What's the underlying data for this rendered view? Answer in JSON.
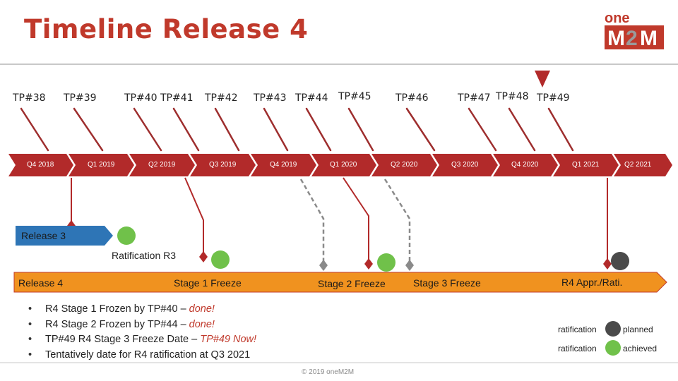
{
  "title": "Timeline Release 4",
  "logo_text": "oneM2M",
  "colors": {
    "title_red": "#c0392b",
    "arrow_red": "#b22a2a",
    "release3_blue": "#2e75b6",
    "release4_orange": "#f0921f",
    "ratified_green": "#70c14a",
    "planned_gray": "#4a4a4a"
  },
  "tp_meetings": [
    "TP#38",
    "TP#39",
    "TP#40",
    "TP#41",
    "TP#42",
    "TP#43",
    "TP#44",
    "TP#45",
    "TP#46",
    "TP#47",
    "TP#48",
    "TP#49"
  ],
  "current_marker": "TP#49",
  "quarters": [
    "Q4 2018",
    "Q1 2019",
    "Q2 2019",
    "Q3 2019",
    "Q4 2019",
    "Q1 2020",
    "Q2 2020",
    "Q3 2020",
    "Q4 2020",
    "Q1 2021",
    "Q2 2021"
  ],
  "release3": {
    "label": "Release 3",
    "ratification_label": "Ratification R3"
  },
  "release4": {
    "label": "Release 4",
    "milestones": [
      "Stage 1 Freeze",
      "Stage 2 Freeze",
      "Stage 3 Freeze",
      "R4 Appr./Rati."
    ]
  },
  "bullets": [
    {
      "text": "R4 Stage 1 Frozen by TP#40 – ",
      "highlight": "done!"
    },
    {
      "text": "R4 Stage 2 Frozen by TP#44 – ",
      "highlight": "done!"
    },
    {
      "text": "TP#49 R4 Stage 3 Freeze Date – ",
      "highlight": "TP#49 Now!"
    },
    {
      "text": "Tentatively date for R4 ratification at Q3 2021",
      "highlight": ""
    }
  ],
  "legend": {
    "planned_word": "ratification",
    "planned_status": "planned",
    "achieved_word": "ratification",
    "achieved_status": "achieved"
  },
  "footer": "© 2019 oneM2M"
}
